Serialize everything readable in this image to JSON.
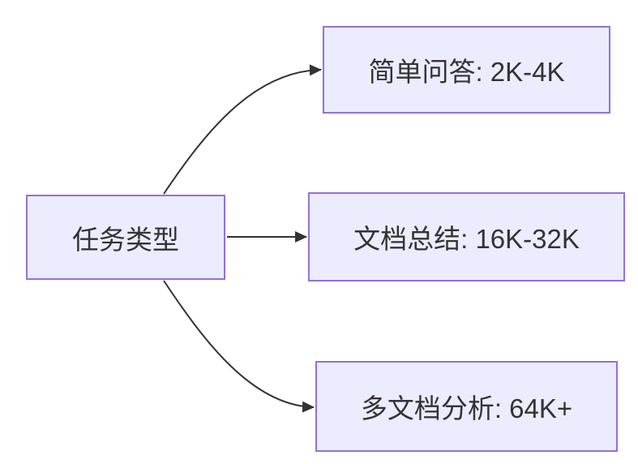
{
  "diagram": {
    "type": "flowchart",
    "background_color": "#ffffff",
    "node_fill_color": "#ECECFF",
    "node_border_color": "#9370DB",
    "edge_color": "#333333",
    "text_color": "#333333",
    "root": {
      "label": "任务类型"
    },
    "children": [
      {
        "label": "简单问答: 2K-4K"
      },
      {
        "label": "文档总结: 16K-32K"
      },
      {
        "label": "多文档分析: 64K+"
      }
    ]
  }
}
